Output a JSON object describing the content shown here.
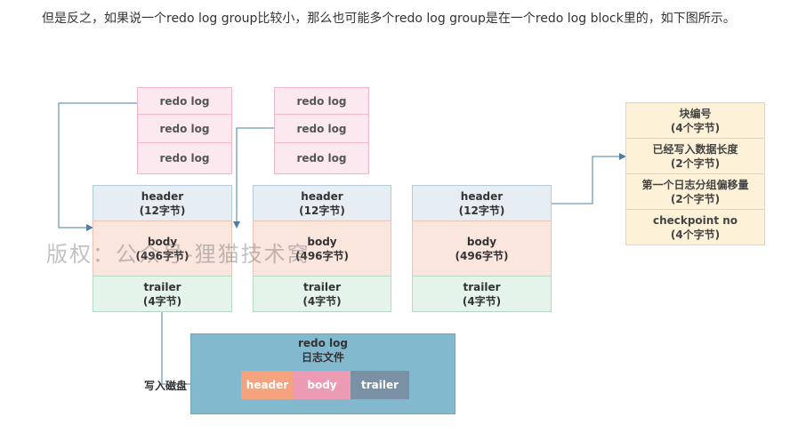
{
  "intro": "但是反之，如果说一个redo log group比较小，那么也可能多个redo log group是在一个redo log block里的，如下图所示。",
  "redo_log_label": "redo log",
  "block": {
    "header_name": "header",
    "header_size": "(12字节)",
    "body_name": "body",
    "body_size": "(496字节)",
    "trailer_name": "trailer",
    "trailer_size": "(4字节)"
  },
  "header_fields": [
    {
      "name": "块编号",
      "size": "(4个字节)"
    },
    {
      "name": "已经写入数据长度",
      "size": "(2个字节)"
    },
    {
      "name": "第一个日志分组偏移量",
      "size": "(2个字节)"
    },
    {
      "name": "checkpoint no",
      "size": "(4个字节)"
    }
  ],
  "file": {
    "title1": "redo log",
    "title2": "日志文件",
    "seg_header": "header",
    "seg_body": "body",
    "seg_trailer": "trailer"
  },
  "write_label": "写入磁盘",
  "watermark": "版权：公众号-狸猫技术窝",
  "colors": {
    "seg_header": "#f5a27f",
    "seg_body": "#ec9bb3",
    "seg_trailer": "#7a90a4",
    "arrow": "#4a7fa7"
  }
}
